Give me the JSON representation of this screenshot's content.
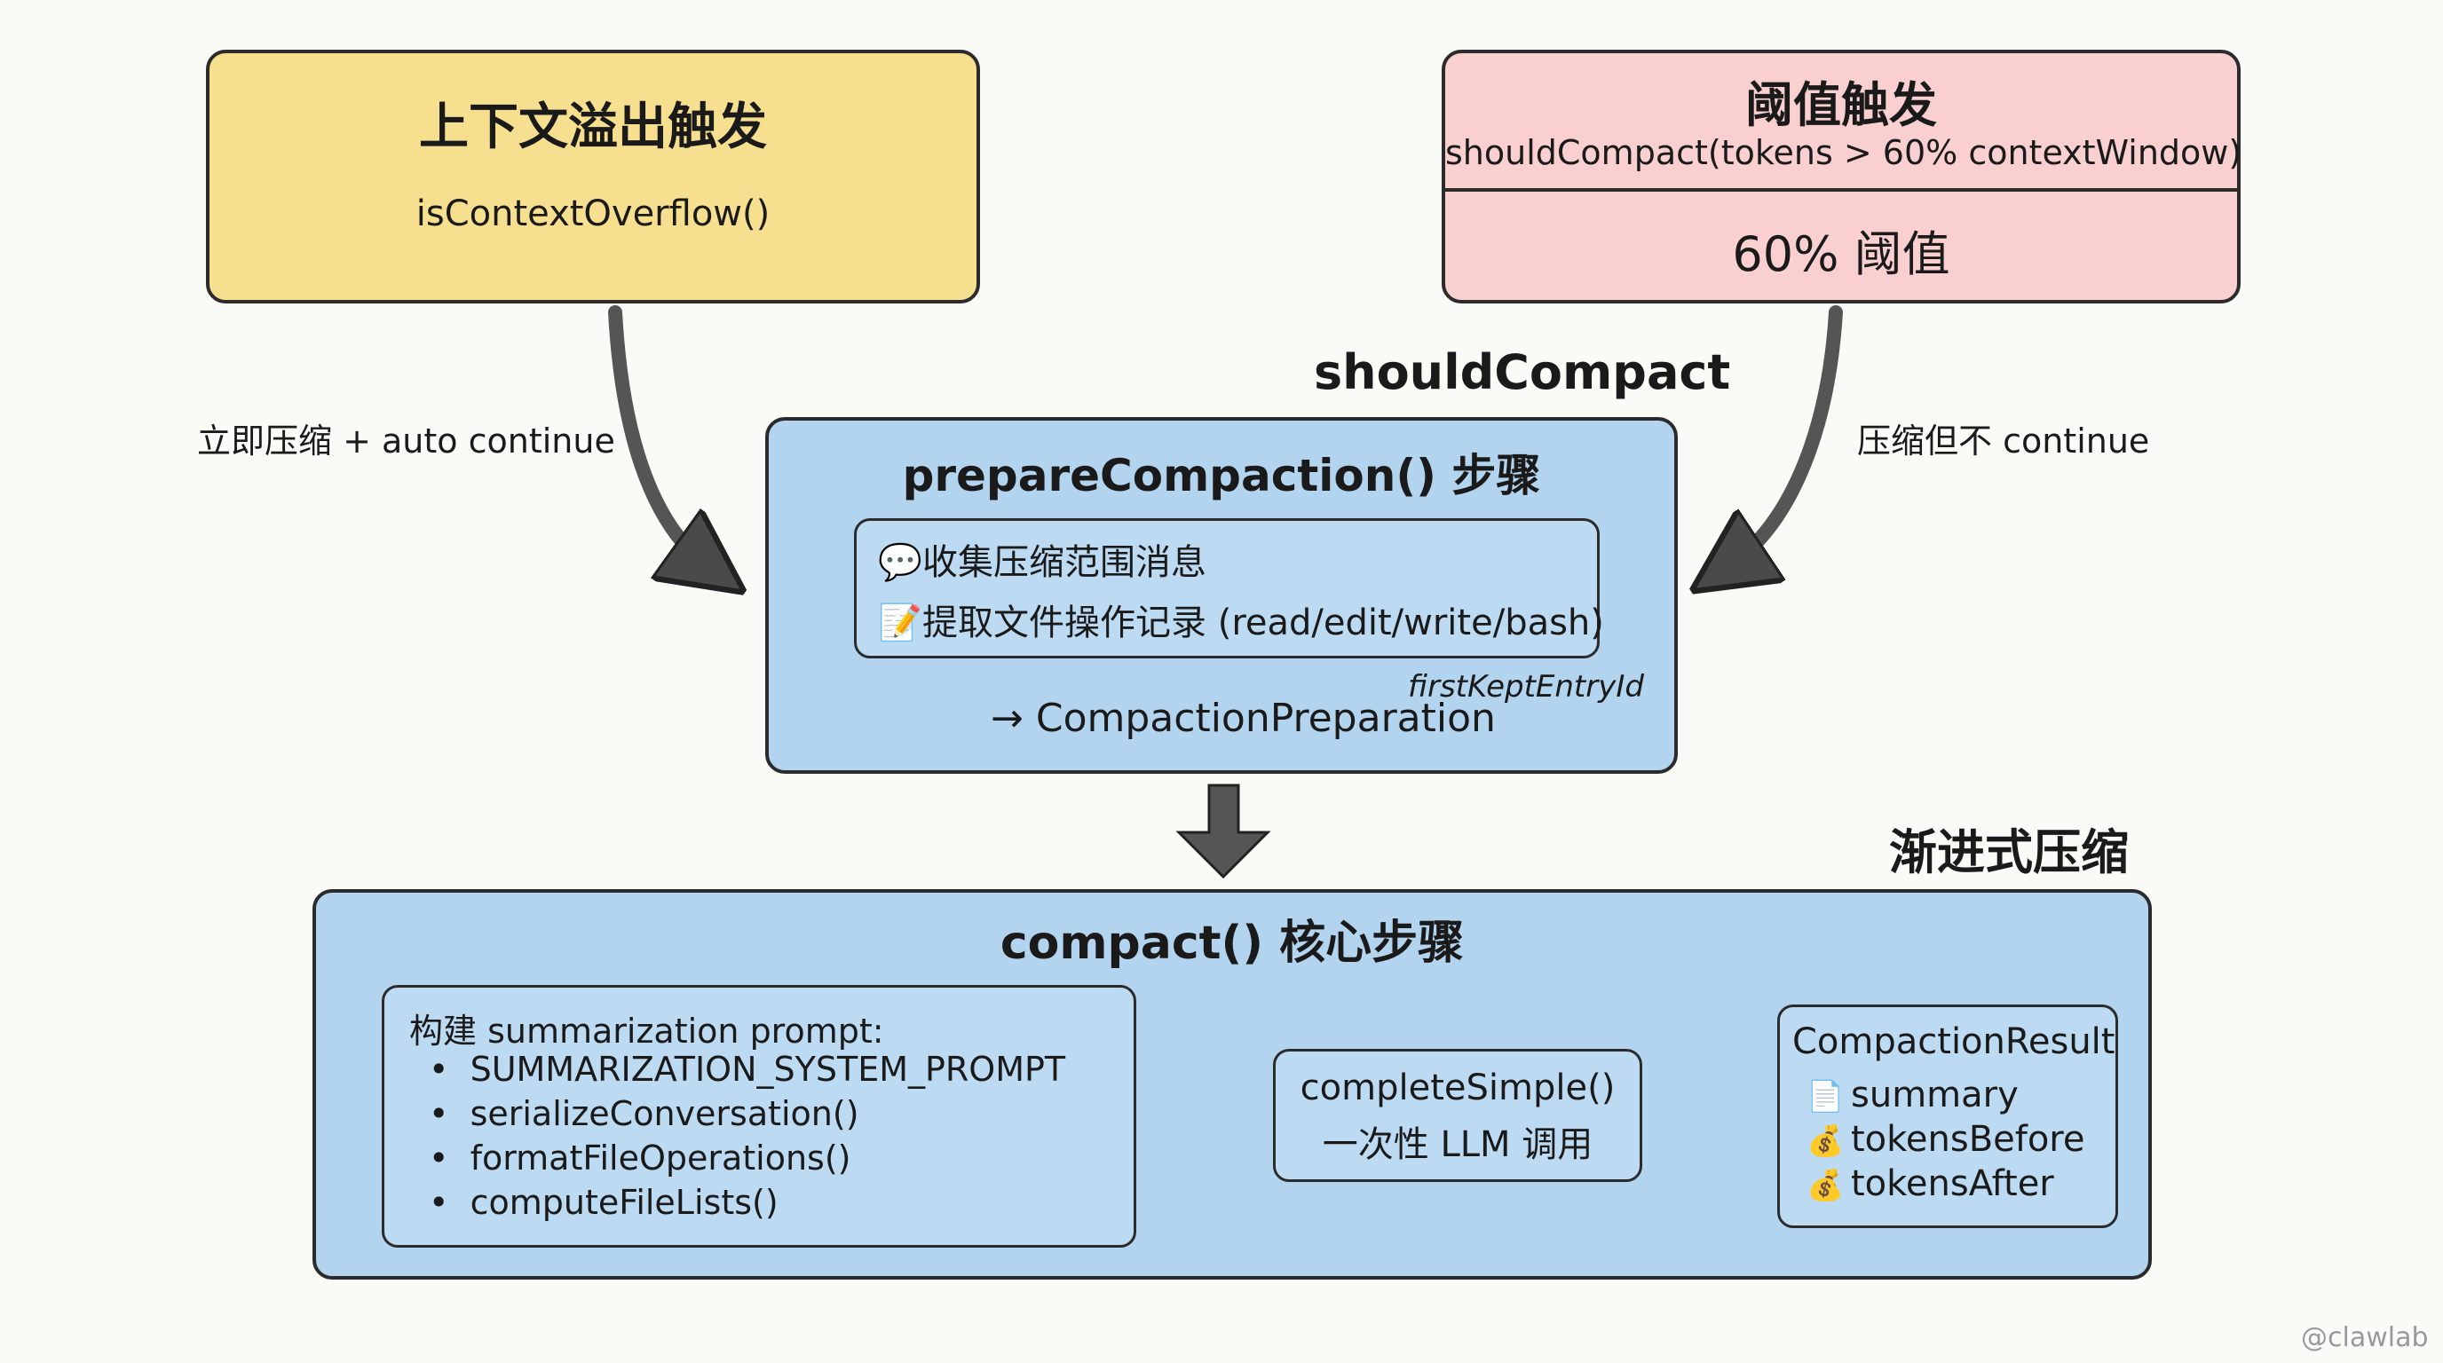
{
  "trigger_overflow": {
    "title": "上下文溢出触发",
    "func": "isContextOverflow()"
  },
  "trigger_threshold": {
    "title": "阈值触发",
    "func": "shouldCompact(tokens > 60% contextWindow)",
    "threshold": "60% 阈值"
  },
  "arrow_labels": {
    "left": "立即压缩 + auto continue",
    "right": "压缩但不 continue"
  },
  "should_compact_label": "shouldCompact",
  "prepare": {
    "title": "prepareCompaction() 步骤",
    "items": [
      {
        "icon": "speech-bubble-icon",
        "glyph": "💬",
        "text": "收集压缩范围消息"
      },
      {
        "icon": "memo-icon",
        "glyph": "📝",
        "text": "提取文件操作记录 (read/edit/write/bash)"
      }
    ],
    "first_kept": "firstKeptEntryId",
    "result": "→ CompactionPreparation"
  },
  "progressive_label": "渐进式压缩",
  "compact": {
    "title": "compact() 核心步骤",
    "build": {
      "heading": "构建 summarization prompt:",
      "bullets": [
        "SUMMARIZATION_SYSTEM_PROMPT",
        "serializeConversation()",
        "formatFileOperations()",
        "computeFileLists()"
      ]
    },
    "complete": {
      "line1": "completeSimple()",
      "line2": "一次性 LLM 调用"
    },
    "result": {
      "title": "CompactionResult",
      "fields": [
        {
          "icon": "document-icon",
          "glyph": "📄",
          "text": "summary"
        },
        {
          "icon": "money-bag-icon",
          "glyph": "💰",
          "text": "tokensBefore"
        },
        {
          "icon": "money-bag-icon",
          "glyph": "💰",
          "text": "tokensAfter"
        }
      ]
    }
  },
  "watermark": "@clawlab",
  "colors": {
    "overflow_bg": "#f6df8f",
    "threshold_bg": "#f9cfcf",
    "step_bg": "#b3d4ef",
    "arrow": "#555555"
  }
}
